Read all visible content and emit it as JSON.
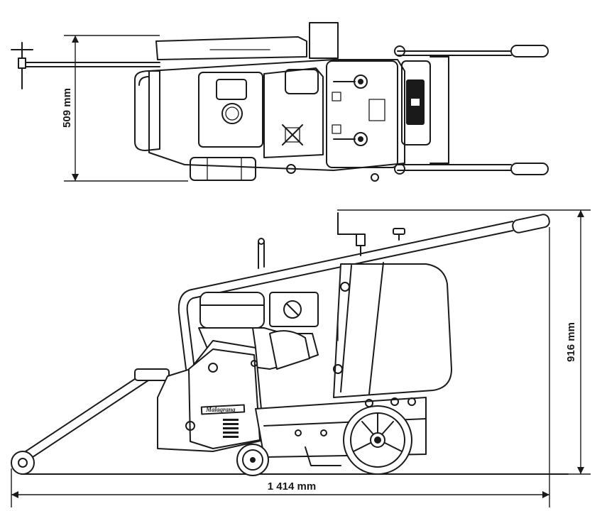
{
  "figure": {
    "dimensions": {
      "width_label": "509 mm",
      "height_label": "916 mm",
      "length_label": "1 414 mm"
    },
    "brand_plate": "Malagrana",
    "colors": {
      "line": "#1a1a1a",
      "background": "#ffffff"
    }
  }
}
